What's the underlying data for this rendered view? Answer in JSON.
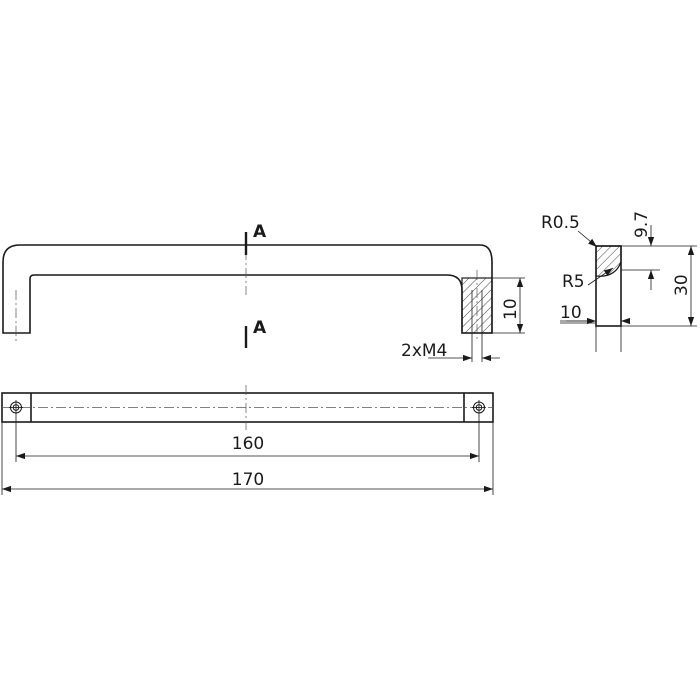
{
  "section_marks": {
    "top": "A",
    "bottom": "A"
  },
  "dimensions": {
    "hole_spacing": "160",
    "overall_length": "170",
    "thread_depth": "10",
    "thread": "2xM4",
    "edge_radius": "R0.5",
    "profile_radius": "R5",
    "profile_offset": "9.7",
    "height": "30",
    "profile_width": "10"
  }
}
